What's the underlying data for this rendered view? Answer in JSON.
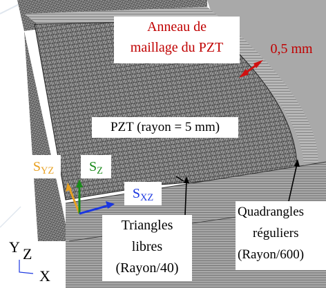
{
  "labels": {
    "ring": [
      "Anneau de",
      "maillage du PZT"
    ],
    "thickness": "0,5 mm",
    "pzt": "PZT (rayon = 5 mm)",
    "triangles": [
      "Triangles",
      "libres",
      "(Rayon/40)"
    ],
    "quads": [
      "Quadrangles",
      "réguliers",
      "(Rayon/600)"
    ]
  },
  "symmetry": {
    "syz": {
      "base": "S",
      "sub": "YZ"
    },
    "sz": {
      "base": "S",
      "sub": "Z"
    },
    "sxz": {
      "base": "S",
      "sub": "XZ"
    }
  },
  "triad": {
    "y": "Y",
    "z": "Z",
    "x": "X"
  },
  "colors": {
    "red_text": "#c00000",
    "syz": "#e8a020",
    "sz": "#1a8a1a",
    "sxz": "#1a36e0",
    "arrow_red": "#d01010",
    "mesh_bg": "#9a9a9a",
    "backdrop": "#a9a9a9"
  }
}
